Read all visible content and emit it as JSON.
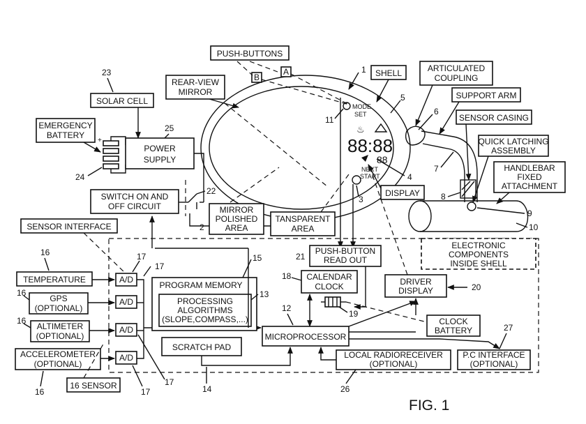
{
  "figure_label": "FIG. 1",
  "blocks": {
    "push_buttons": "PUSH-BUTTONS",
    "button_a": "A",
    "button_b": "B",
    "rear_view_mirror_1": "REAR-VIEW",
    "rear_view_mirror_2": "MIRROR",
    "shell": "SHELL",
    "articulated_coupling_1": "ARTICULATED",
    "articulated_coupling_2": "COUPLING",
    "support_arm": "SUPPORT ARM",
    "sensor_casing": "SENSOR CASING",
    "quick_latching_1": "QUICK LATCHING",
    "quick_latching_2": "ASSEMBLY",
    "handlebar_1": "HANDLEBAR",
    "handlebar_2": "FIXED",
    "handlebar_3": "ATTACHMENT",
    "solar_cell": "SOLAR CELL",
    "emergency_battery_1": "EMERGENCY",
    "emergency_battery_2": "BATTERY",
    "power_supply_1": "POWER",
    "power_supply_2": "SUPPLY",
    "switch_circuit_1": "SWITCH ON AND",
    "switch_circuit_2": "OFF CIRCUIT",
    "mirror_area_1": "MIRROR",
    "mirror_area_2": "POLISHED",
    "mirror_area_3": "AREA",
    "transparent_area_1": "TANSPARENT",
    "transparent_area_2": "AREA",
    "display": "DISPLAY",
    "sensor_interface": "SENSOR INTERFACE",
    "electronic_components_1": "ELECTRONIC",
    "electronic_components_2": "COMPONENTS",
    "electronic_components_3": "INSIDE SHELL",
    "push_button_readout_1": "PUSH-BUTTON",
    "push_button_readout_2": "READ OUT",
    "calendar_clock_1": "CALENDAR",
    "calendar_clock_2": "CLOCK",
    "driver_display_1": "DRIVER",
    "driver_display_2": "DISPLAY",
    "clock_battery_1": "CLOCK",
    "clock_battery_2": "BATTERY",
    "temperature": "TEMPERATURE",
    "gps_1": "GPS",
    "gps_2": "(OPTIONAL)",
    "altimeter_1": "ALTIMETER",
    "altimeter_2": "(OPTIONAL)",
    "accelerometer_1": "ACCELEROMETER",
    "accelerometer_2": "(OPTIONAL)",
    "sensor_16": "16 SENSOR",
    "ad": "A/D",
    "program_memory": "PROGRAM MEMORY",
    "processing_1": "PROCESSING",
    "processing_2": "ALGORITHMS",
    "processing_3": "(SLOPE,COMPASS,...)",
    "scratch_pad": "SCRATCH PAD",
    "microprocessor": "MICROPROCESSOR",
    "radio_1": "LOCAL RADIORECEIVER",
    "radio_2": "(OPTIONAL)",
    "pc_interface_1": "P.C INTERFACE",
    "pc_interface_2": "(OPTIONAL)",
    "lcd_mode": "MODE",
    "lcd_set": "SET",
    "lcd_next": "NEXT",
    "lcd_start": "START",
    "lcd_digits": "88:88",
    "lcd_small_digits": "88"
  },
  "reference_numerals": {
    "n1": "1",
    "n2": "2",
    "n3": "3",
    "n4": "4",
    "n5": "5",
    "n6": "6",
    "n7": "7",
    "n8": "8",
    "n9": "9",
    "n10": "10",
    "n11": "11",
    "n12": "12",
    "n13": "13",
    "n14": "14",
    "n15": "15",
    "n16": "16",
    "n17": "17",
    "n18": "18",
    "n19": "19",
    "n20": "20",
    "n21": "21",
    "n22": "22",
    "n23": "23",
    "n24": "24",
    "n25": "25",
    "n26": "26",
    "n27": "27"
  }
}
